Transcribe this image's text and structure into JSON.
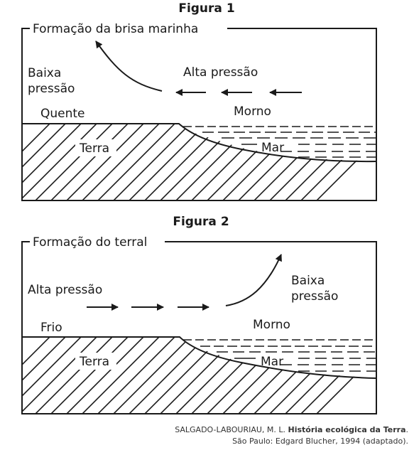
{
  "figure1": {
    "title": "Figura 1",
    "frame_label": "Formação da brisa marinha",
    "low_pressure_line1": "Baixa",
    "low_pressure_line2": "pressão",
    "high_pressure": "Alta pressão",
    "land_temp": "Quente",
    "sea_temp": "Morno",
    "land": "Terra",
    "sea": "Mar"
  },
  "figure2": {
    "title": "Figura 2",
    "frame_label": "Formação do terral",
    "high_pressure": "Alta pressão",
    "low_pressure_line1": "Baixa",
    "low_pressure_line2": "pressão",
    "land_temp": "Frio",
    "sea_temp": "Morno",
    "land": "Terra",
    "sea": "Mar"
  },
  "caption": {
    "author": "SALGADO-LABOURIAU, M. L.",
    "work": "História ecológica da Terra",
    "publisher": "São Paulo: Edgard Blucher, 1994 (adaptado)."
  },
  "colors": {
    "ink": "#1a1a1a",
    "background": "#ffffff"
  }
}
